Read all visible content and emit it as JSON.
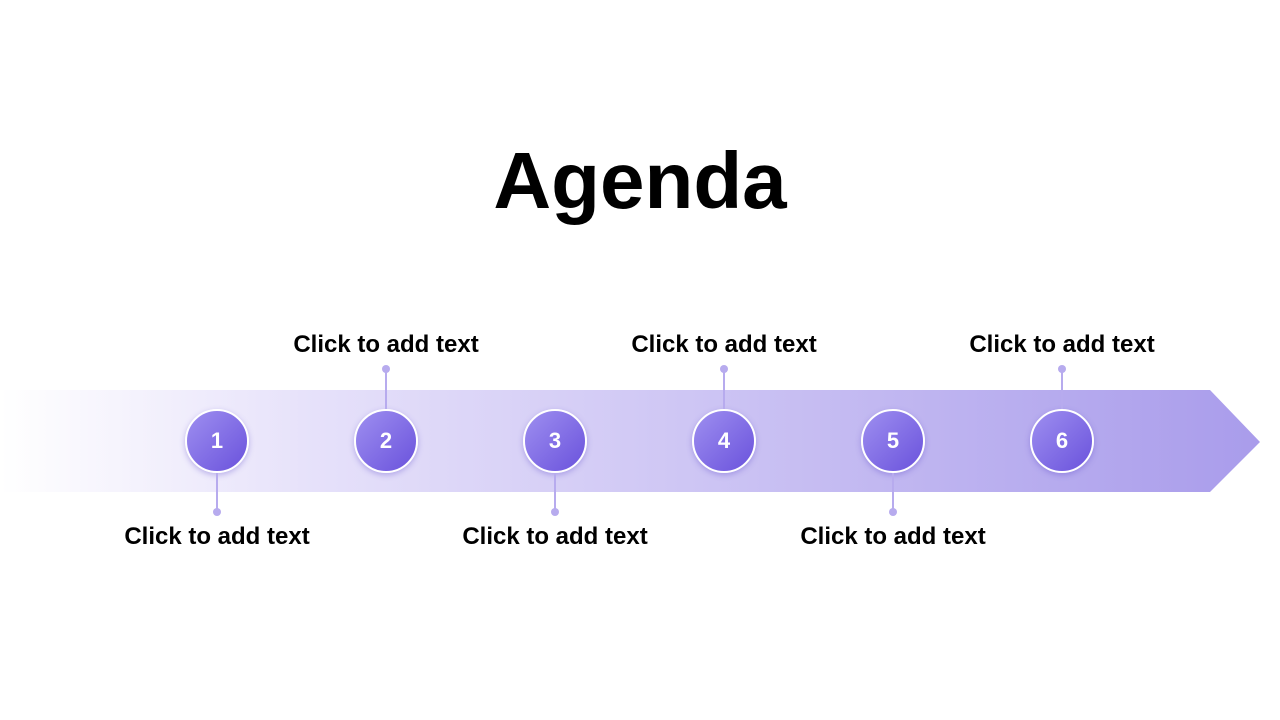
{
  "title": "Agenda",
  "accent_colors": {
    "arrow_start": "#ffffff",
    "arrow_end": "#a99ceb",
    "circle_light": "#9e8ff0",
    "circle_dark": "#6a52dc",
    "connector": "#b7abee"
  },
  "steps": [
    {
      "number": "1",
      "label": "Click to add text",
      "position": "below"
    },
    {
      "number": "2",
      "label": "Click to add text",
      "position": "above"
    },
    {
      "number": "3",
      "label": "Click to add text",
      "position": "below"
    },
    {
      "number": "4",
      "label": "Click to add text",
      "position": "above"
    },
    {
      "number": "5",
      "label": "Click to add text",
      "position": "below"
    },
    {
      "number": "6",
      "label": "Click to add text",
      "position": "above"
    }
  ]
}
